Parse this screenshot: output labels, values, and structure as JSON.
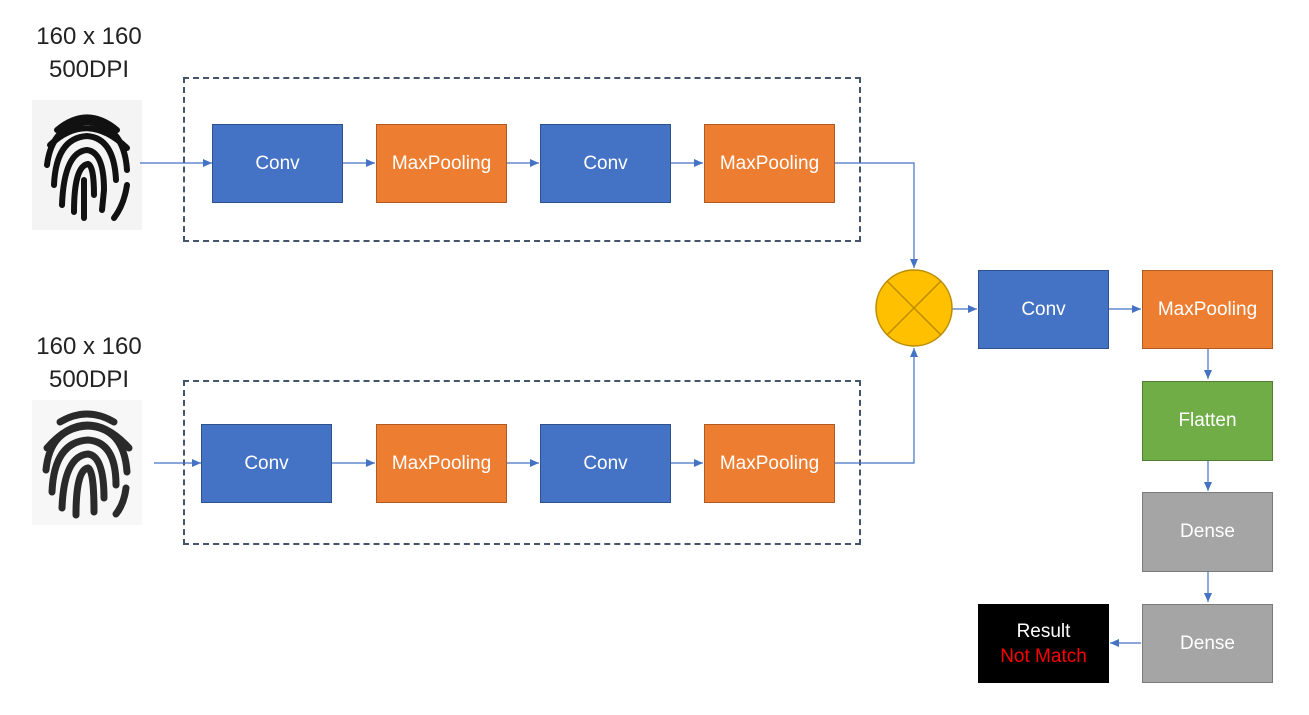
{
  "inputs": [
    {
      "size": "160 x 160",
      "dpi": "500DPI"
    },
    {
      "size": "160 x 160",
      "dpi": "500DPI"
    }
  ],
  "branch_top": [
    "Conv",
    "MaxPooling",
    "Conv",
    "MaxPooling"
  ],
  "branch_bottom": [
    "Conv",
    "MaxPooling",
    "Conv",
    "MaxPooling"
  ],
  "head": {
    "conv": "Conv",
    "pool": "MaxPooling",
    "flatten": "Flatten",
    "dense1": "Dense",
    "dense2": "Dense"
  },
  "result": {
    "title": "Result",
    "value": "Not Match"
  },
  "colors": {
    "conv": "#4472c4",
    "pool": "#ed7d31",
    "flatten": "#70ad47",
    "dense": "#a5a5a5",
    "merge": "#ffc000",
    "result_bg": "#000000",
    "result_value": "#ff0000",
    "arrow": "#4472c4"
  },
  "icons": [
    "fingerprint-icon",
    "fingerprint-icon",
    "merge-cross-icon"
  ]
}
